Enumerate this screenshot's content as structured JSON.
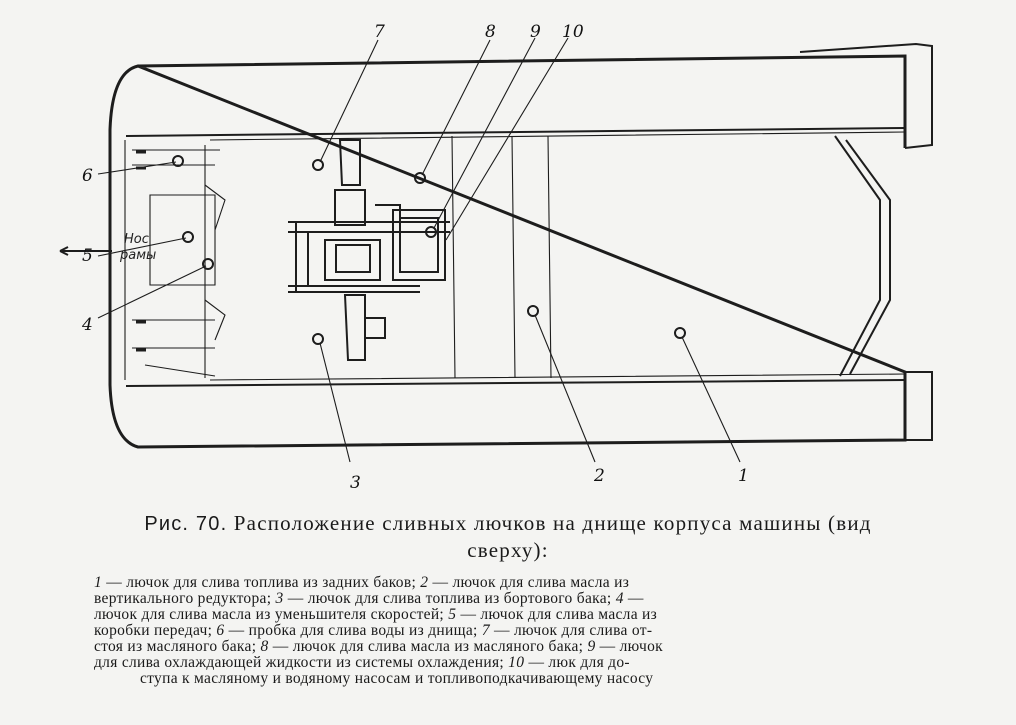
{
  "callouts": {
    "n1": "1",
    "n2": "2",
    "n3": "3",
    "n4": "4",
    "n5": "5",
    "n6": "6",
    "n7": "7",
    "n8": "8",
    "n9": "9",
    "n10": "10"
  },
  "nose_label": {
    "line1": "Нос",
    "line2": "рамы"
  },
  "caption": {
    "label": "Рис. 70.",
    "title_line1": "Расположение сливных лючков на днище корпуса машины (вид",
    "title_line2": "сверху):"
  },
  "legend_lines": [
    [
      {
        "n": "1",
        "t": " — лючок  для слива топлива из задних баков; "
      },
      {
        "n": "2",
        "t": " — лючок для слива  масла из"
      }
    ],
    [
      {
        "n": "",
        "t": "вертикального редуктора; "
      },
      {
        "n": "3",
        "t": " — лючок для слива топлива из бортового бака; "
      },
      {
        "n": "4",
        "t": " —"
      }
    ],
    [
      {
        "n": "",
        "t": "лючок для слива масла из уменьшителя скоростей; "
      },
      {
        "n": "5",
        "t": " — лючок для слива масла из"
      }
    ],
    [
      {
        "n": "",
        "t": "коробки передач; "
      },
      {
        "n": "6",
        "t": " — пробка для слива воды из днища; "
      },
      {
        "n": "7",
        "t": " — лючок для слива от-"
      }
    ],
    [
      {
        "n": "",
        "t": "стоя из масляного бака; "
      },
      {
        "n": "8",
        "t": " — лючок для слива масла из масляного бака; "
      },
      {
        "n": "9",
        "t": " — лючок"
      }
    ],
    [
      {
        "n": "",
        "t": "для слива охлаждающей  жидкости из системы  охлаждения;  "
      },
      {
        "n": "10",
        "t": " — люк для до-"
      }
    ],
    [
      {
        "n": "",
        "t": "ступа к масляному и водяному насосам и топливоподкачивающему насосу"
      }
    ]
  ]
}
